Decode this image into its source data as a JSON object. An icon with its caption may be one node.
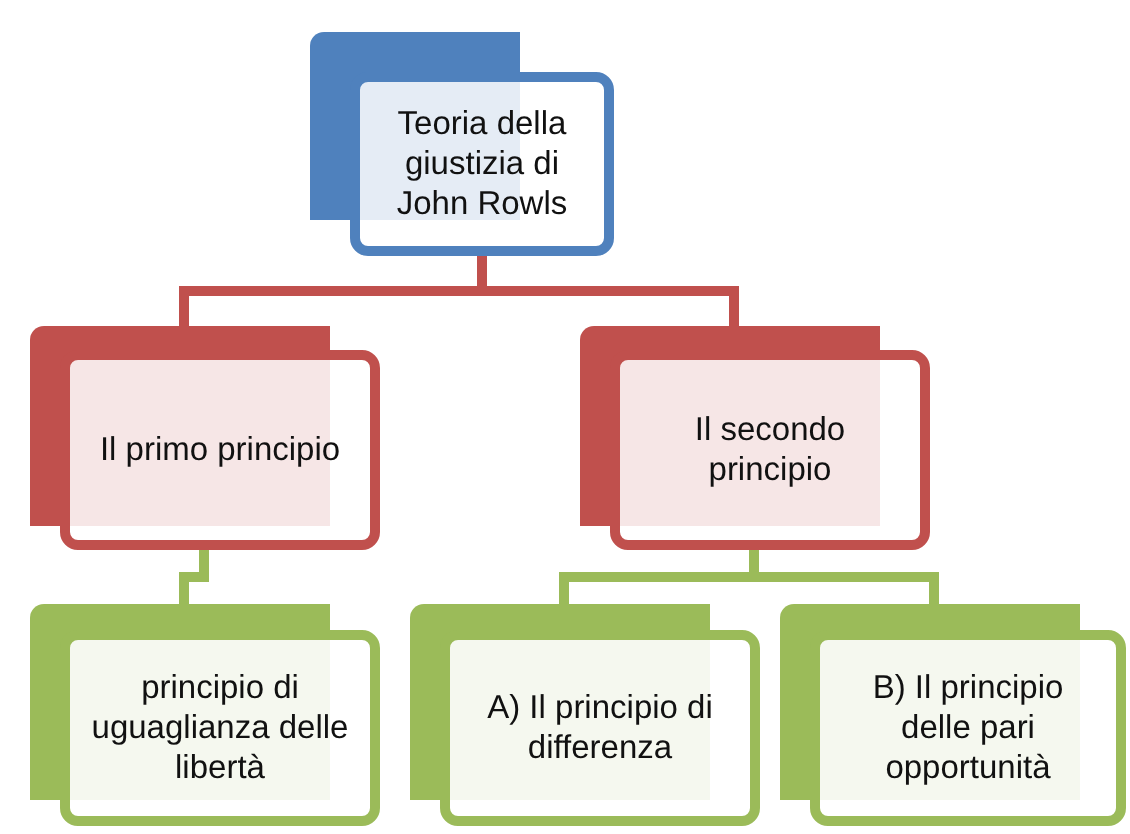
{
  "diagram": {
    "nodes": [
      {
        "text": [
          "Teoria della giustizia di John Rowls"
        ]
      },
      {
        "text": [
          "Il primo principio"
        ]
      },
      {
        "text": [
          "Il secondo principio"
        ]
      },
      {
        "text": [
          "principio di uguaglianza delle libertà"
        ]
      },
      {
        "text": [
          "A) Il principio di differenza"
        ]
      },
      {
        "text": [
          "B) Il principio delle pari opportunità"
        ]
      }
    ],
    "edges": [
      {
        "from": 0,
        "to": 1,
        "arrow": "none",
        "color": "#c0504d"
      },
      {
        "from": 0,
        "to": 2,
        "arrow": "none",
        "color": "#c0504d"
      },
      {
        "from": 1,
        "to": 3,
        "arrow": "none"
      },
      {
        "from": 2,
        "to": 4,
        "arrow": "none"
      },
      {
        "from": 2,
        "to": 5,
        "arrow": "none"
      }
    ]
  }
}
